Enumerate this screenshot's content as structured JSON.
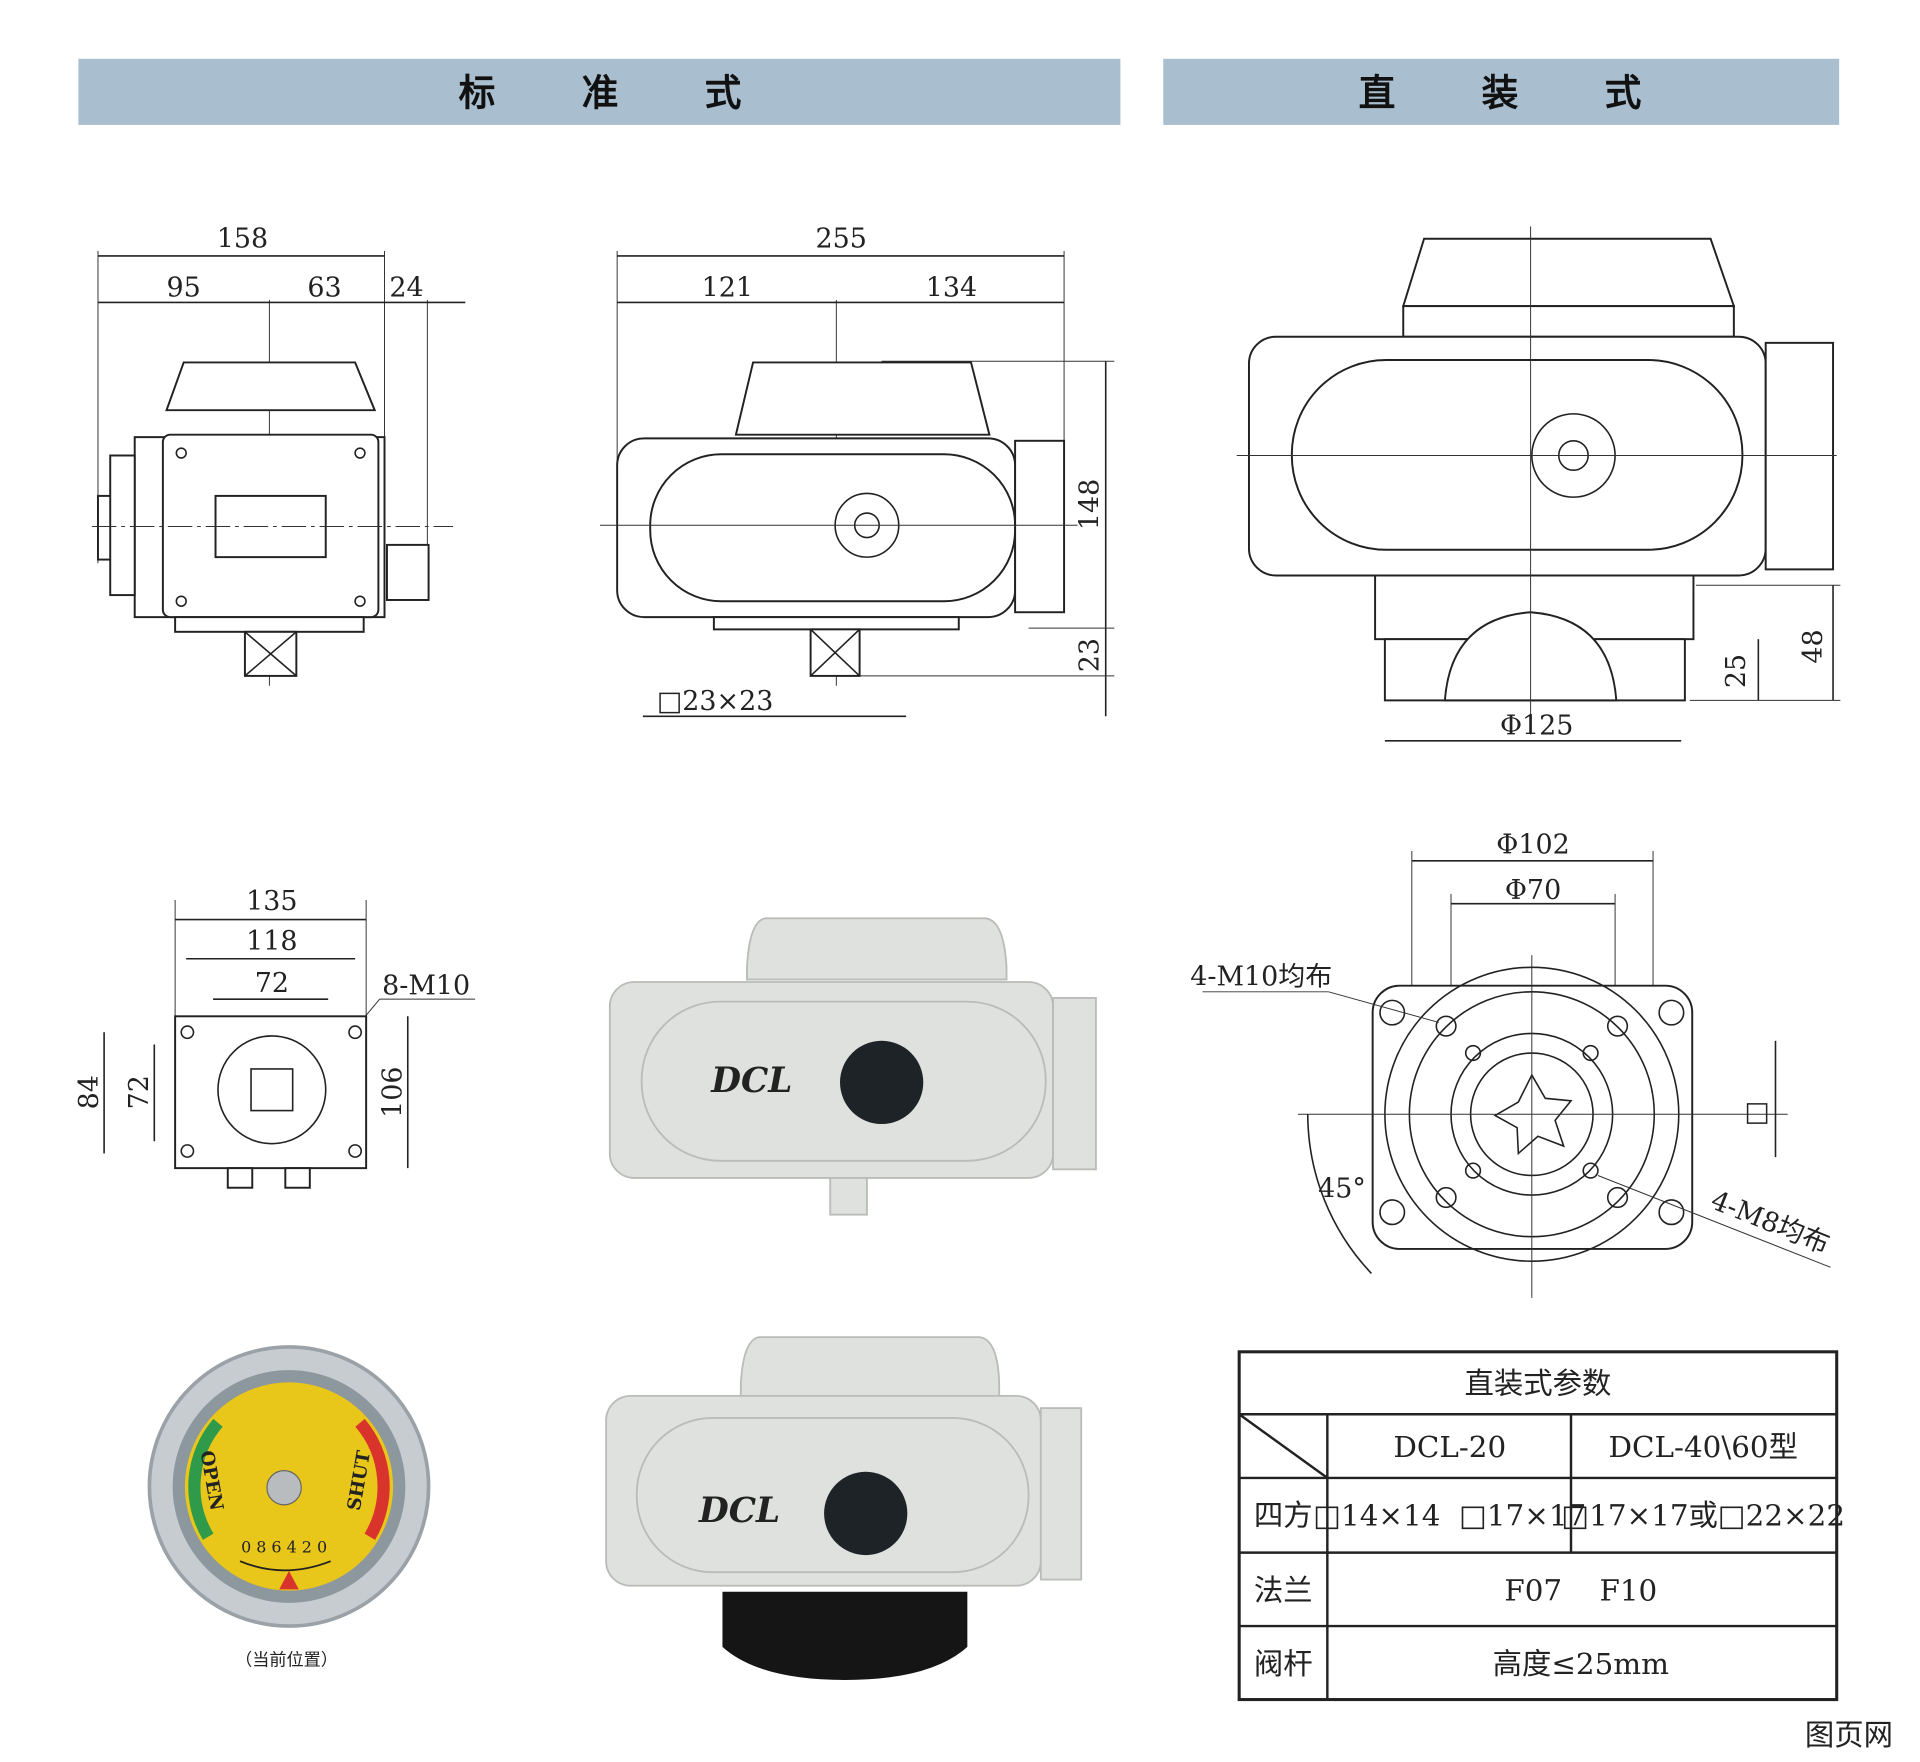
{
  "headers": {
    "standard": "标 准 式",
    "direct": "直 装 式"
  },
  "front_view": {
    "total_width": "158",
    "left": "95",
    "right": "63",
    "offset": "24"
  },
  "side_view": {
    "total_width": "255",
    "left": "121",
    "right": "134",
    "height": "148",
    "shaft_height": "23",
    "shaft_square": "□23×23"
  },
  "direct_view": {
    "base_diameter": "Φ125",
    "stem_height": "25",
    "base_height": "48"
  },
  "bottom_view": {
    "outer": "135",
    "pitch": "118",
    "inner": "72",
    "bolts": "8-M10",
    "height_outer": "84",
    "height_inner": "72",
    "height_total": "106"
  },
  "flange_view": {
    "outer_diameter": "Φ102",
    "inner_diameter": "Φ70",
    "bolts_outer": "4-M10均布",
    "bolts_inner": "4-M8均布",
    "square": "□",
    "angle": "45°"
  },
  "brand": {
    "logo": "DCL",
    "color": "#d2232a"
  },
  "gauge": {
    "open": "OPEN",
    "shut": "SHUT",
    "scale": "0 8 6 4 2 0",
    "caption": "（当前位置）"
  },
  "table": {
    "title": "直装式参数",
    "columns": [
      "DCL-20",
      "DCL-40\\60型"
    ],
    "rows": [
      {
        "label": "四方",
        "cells": [
          "□14×14  □17×17",
          "□17×17或□22×22"
        ]
      },
      {
        "label": "法兰",
        "merged": "F07    F10"
      },
      {
        "label": "阀杆",
        "merged": "高度≤25mm"
      }
    ]
  },
  "watermark": "图页网",
  "colors": {
    "header_bar": "#a9bfd0",
    "gauge_face": "#e8c61a",
    "open_green": "#2e9a4a",
    "shut_red": "#d8342c"
  }
}
